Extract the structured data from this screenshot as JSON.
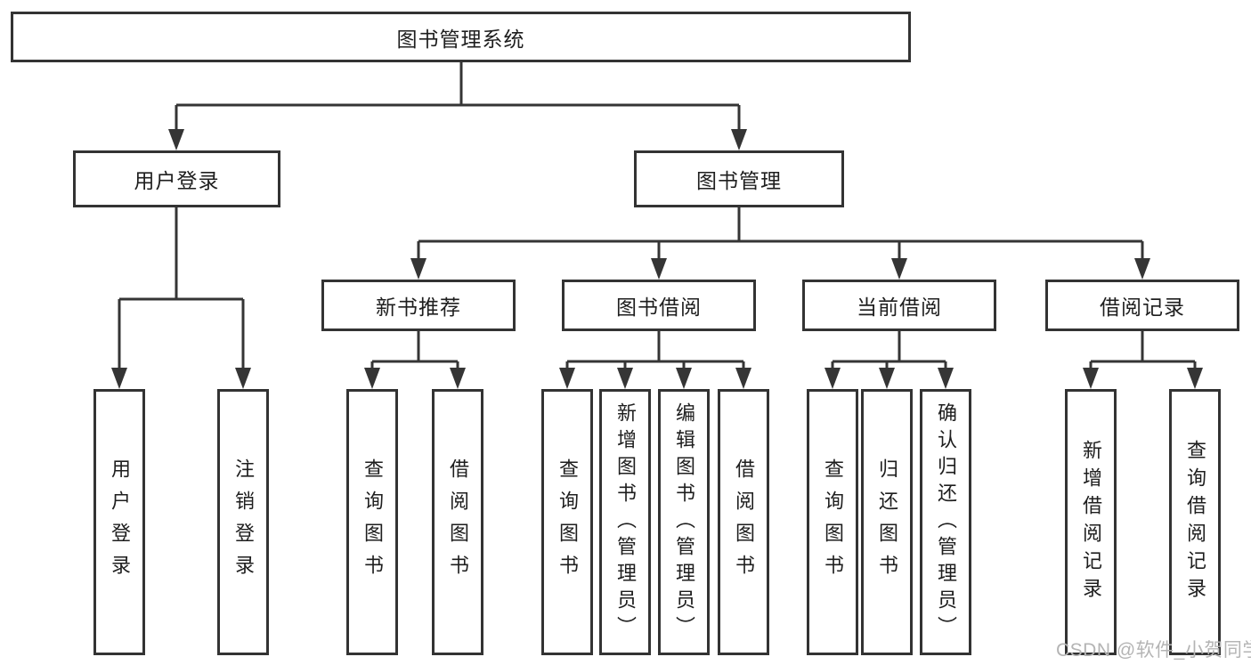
{
  "tree": {
    "root": {
      "label": "图书管理系统"
    },
    "level2": [
      {
        "label": "用户登录"
      },
      {
        "label": "图书管理"
      }
    ],
    "level3": [
      {
        "label": "新书推荐"
      },
      {
        "label": "图书借阅"
      },
      {
        "label": "当前借阅"
      },
      {
        "label": "借阅记录"
      }
    ],
    "leaves": {
      "user_login": [
        "用户登录",
        "注销登录"
      ],
      "new_book": [
        "查询图书",
        "借阅图书"
      ],
      "borrow": [
        "查询图书",
        "新增图书（管理员）",
        "编辑图书（管理员）",
        "借阅图书"
      ],
      "current": [
        "查询图书",
        "归还图书",
        "确认归还（管理员）"
      ],
      "records": [
        "新增借阅记录",
        "查询借阅记录"
      ]
    }
  },
  "watermark": "CSDN @软件_小贺同学",
  "colors": {
    "line": "#353535",
    "border": "#333333",
    "text": "#1e1e1e",
    "watermark": "#b4b4b4",
    "background": "#ffffff"
  }
}
